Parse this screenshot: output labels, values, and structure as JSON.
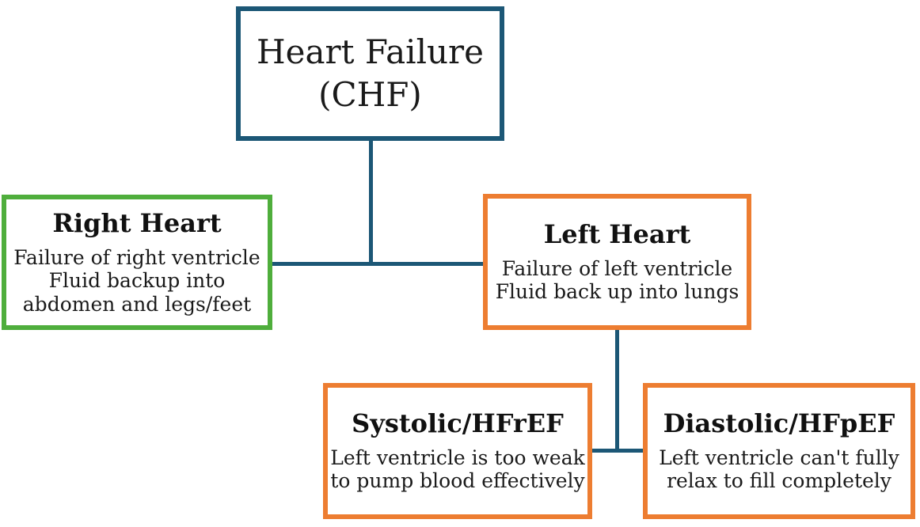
{
  "colors": {
    "root_border": "#1c5776",
    "right_border": "#4fae3c",
    "left_border": "#ed7d31",
    "systolic_border": "#ed7d31",
    "diastolic_border": "#ed7d31",
    "connector": "#1c5776",
    "box_fill": "#ffffff",
    "text": "#1a1a1a"
  },
  "nodes": {
    "chf": {
      "line1": "Heart Failure",
      "line2": "(CHF)"
    },
    "right": {
      "title": "Right Heart",
      "line1": "Failure of right ventricle",
      "line2": "Fluid backup into",
      "line3": "abdomen and legs/feet"
    },
    "left": {
      "title": "Left Heart",
      "line1": "Failure of left ventricle",
      "line2": "Fluid back up into lungs"
    },
    "systolic": {
      "title": "Systolic/HFrEF",
      "line1": "Left ventricle is too weak",
      "line2": "to pump blood effectively"
    },
    "diastolic": {
      "title": "Diastolic/HFpEF",
      "line1": "Left ventricle can't fully",
      "line2": "relax to fill completely"
    }
  }
}
